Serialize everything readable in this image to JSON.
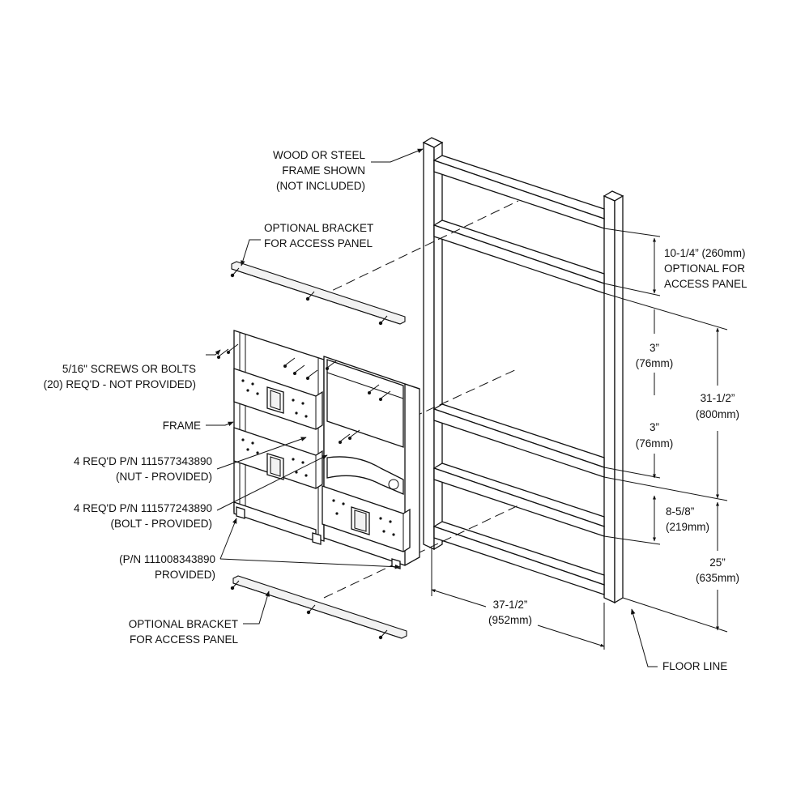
{
  "labels": {
    "wood_frame": [
      "WOOD OR STEEL",
      "FRAME SHOWN",
      "(NOT INCLUDED)"
    ],
    "bracket_top": [
      "OPTIONAL BRACKET",
      "FOR ACCESS PANEL"
    ],
    "screws": [
      "5/16\" SCREWS OR BOLTS",
      "(20) REQ'D - NOT PROVIDED)"
    ],
    "frame": "FRAME",
    "nut": [
      "4 REQ'D P/N 111577343890",
      "(NUT - PROVIDED)"
    ],
    "bolt": [
      "4 REQ'D P/N 111577243890",
      "(BOLT - PROVIDED)"
    ],
    "pn_provided": [
      "(P/N 111008343890",
      "PROVIDED)"
    ],
    "bracket_bottom": [
      "OPTIONAL BRACKET",
      "FOR ACCESS PANEL"
    ],
    "floor_line": "FLOOR LINE"
  },
  "dimensions": {
    "access_panel": [
      "10-1/4” (260mm)",
      "OPTIONAL FOR",
      "ACCESS PANEL"
    ],
    "gap_top": [
      "3”",
      "(76mm)"
    ],
    "overall_height": [
      "31-1/2”",
      "(800mm)"
    ],
    "gap_mid": [
      "3”",
      "(76mm)"
    ],
    "lower_gap": [
      "8-5/8”",
      "(219mm)"
    ],
    "floor_height": [
      "25”",
      "(635mm)"
    ],
    "width": [
      "37-1/2”",
      "(952mm)"
    ]
  }
}
